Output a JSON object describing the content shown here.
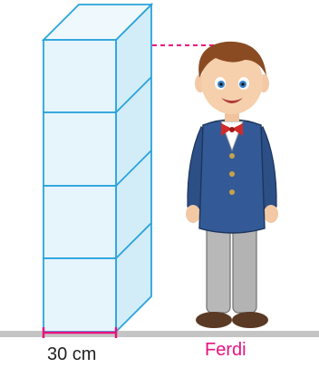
{
  "width_label": "30 cm",
  "name_label": "Ferdi",
  "colors": {
    "cube_stroke": "#29a3dc",
    "cube_front": "#e6f5fc",
    "cube_side": "#d2ecf8",
    "cube_top": "#eef8fd",
    "measure": "#e8127f",
    "ground": "#bfbfbf",
    "text_dark": "#222222",
    "name_text": "#e8127f"
  },
  "cube_count": 4
}
